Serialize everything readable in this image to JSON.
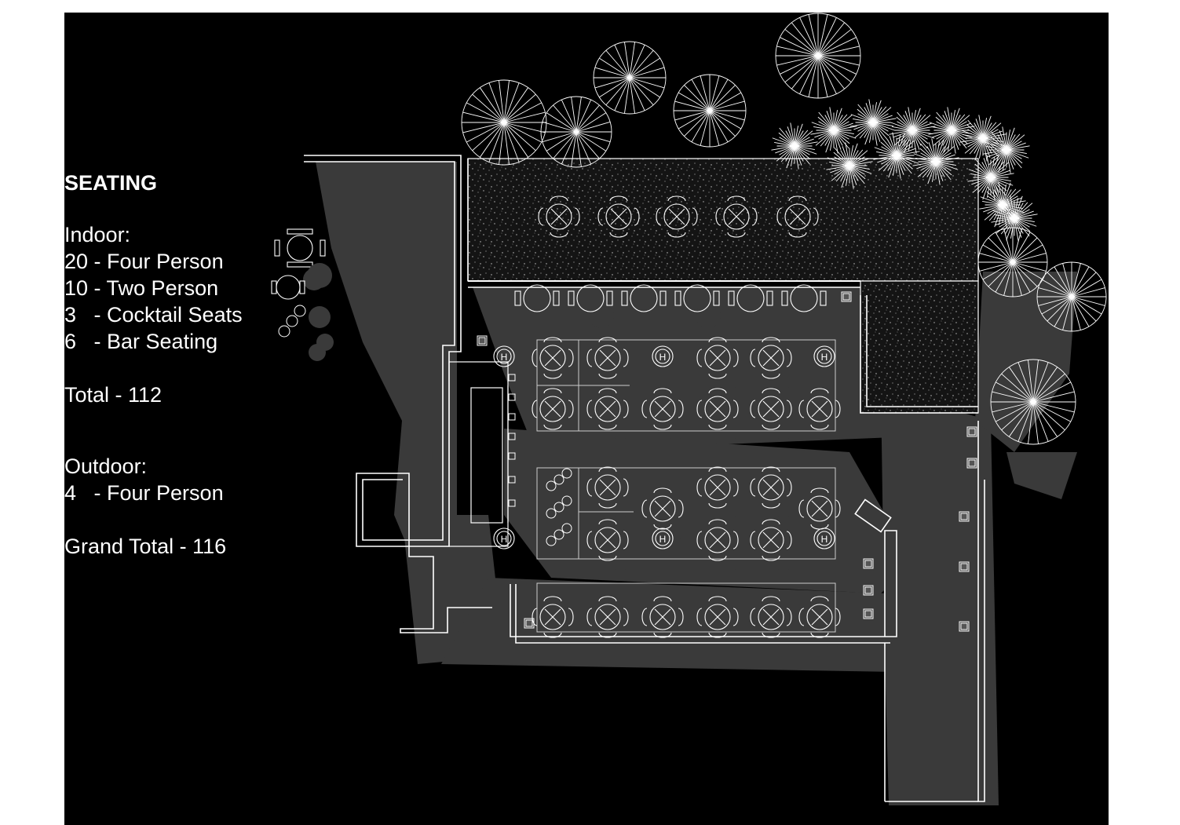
{
  "legend": {
    "title": "SEATING",
    "indoor": {
      "heading": "Indoor:",
      "items": [
        {
          "text": "20 - Four Person",
          "symbol": "four-person-table-icon"
        },
        {
          "text": "10 - Two Person",
          "symbol": "two-person-table-icon"
        },
        {
          "text": "3   - Cocktail Seats",
          "symbol": "cocktail-seats-icon"
        },
        {
          "text": "6   - Bar Seating",
          "symbol": "bar-seating-icon"
        }
      ],
      "total": "Total - 112"
    },
    "outdoor": {
      "heading": "Outdoor:",
      "items": [
        {
          "text": "4   - Four Person"
        }
      ]
    },
    "grand_total": "Grand Total - 116"
  },
  "colors": {
    "background": "#000000",
    "line": "#ffffff",
    "shadow": "#3a3a3a",
    "patio_fill": "#1a1a1a"
  }
}
